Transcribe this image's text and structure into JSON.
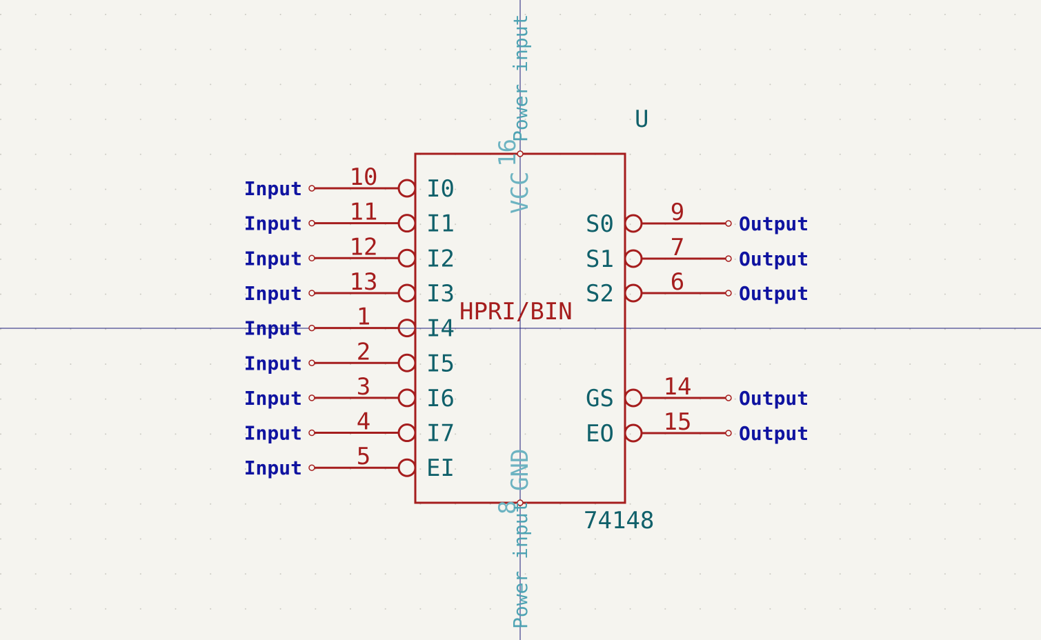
{
  "colors": {
    "background": "#f5f4ef",
    "symbol": "#a51d1d",
    "pin_name": "#10606a",
    "electrical_type": "#0f13a0",
    "power_pin": "#6cb3c1",
    "axis": "#1a1a7a",
    "grid_dot": "#c9c8c0"
  },
  "symbol": {
    "reference": "U",
    "value": "74148",
    "description": "HPRI/BIN"
  },
  "left_pins": [
    {
      "number": "10",
      "name": "I0",
      "type": "Input"
    },
    {
      "number": "11",
      "name": "I1",
      "type": "Input"
    },
    {
      "number": "12",
      "name": "I2",
      "type": "Input"
    },
    {
      "number": "13",
      "name": "I3",
      "type": "Input"
    },
    {
      "number": "1",
      "name": "I4",
      "type": "Input"
    },
    {
      "number": "2",
      "name": "I5",
      "type": "Input"
    },
    {
      "number": "3",
      "name": "I6",
      "type": "Input"
    },
    {
      "number": "4",
      "name": "I7",
      "type": "Input"
    },
    {
      "number": "5",
      "name": "EI",
      "type": "Input"
    }
  ],
  "right_pins": [
    {
      "number": "9",
      "name": "S0",
      "type": "Output"
    },
    {
      "number": "7",
      "name": "S1",
      "type": "Output"
    },
    {
      "number": "6",
      "name": "S2",
      "type": "Output"
    },
    {
      "number": "14",
      "name": "GS",
      "type": "Output"
    },
    {
      "number": "15",
      "name": "EO",
      "type": "Output"
    }
  ],
  "power_pins": {
    "top": {
      "number": "16",
      "name": "VCC",
      "type": "Power input"
    },
    "bottom": {
      "number": "8",
      "name": "GND",
      "type": "Power input"
    }
  }
}
